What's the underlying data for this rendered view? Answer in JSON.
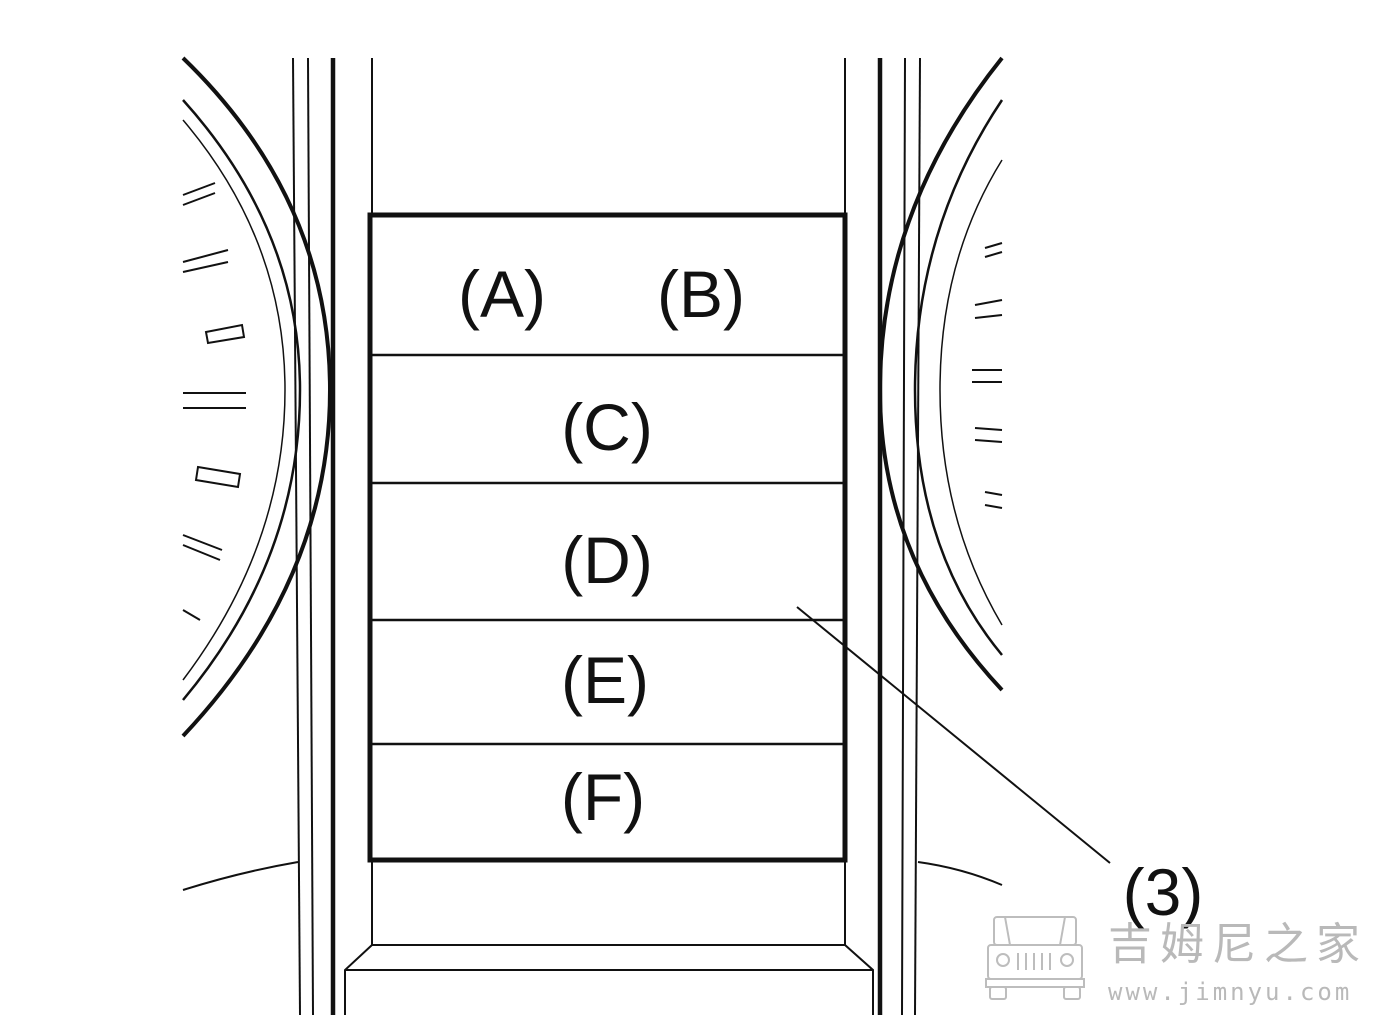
{
  "display_segments": {
    "a": "(A)",
    "b": "(B)",
    "c": "(C)",
    "d": "(D)",
    "e": "(E)",
    "f": "(F)"
  },
  "callout": {
    "label": "(3)"
  },
  "watermark": {
    "chinese": "吉姆尼之家",
    "url": "www.jimnyu.com",
    "icon": "jeep-front-icon"
  }
}
